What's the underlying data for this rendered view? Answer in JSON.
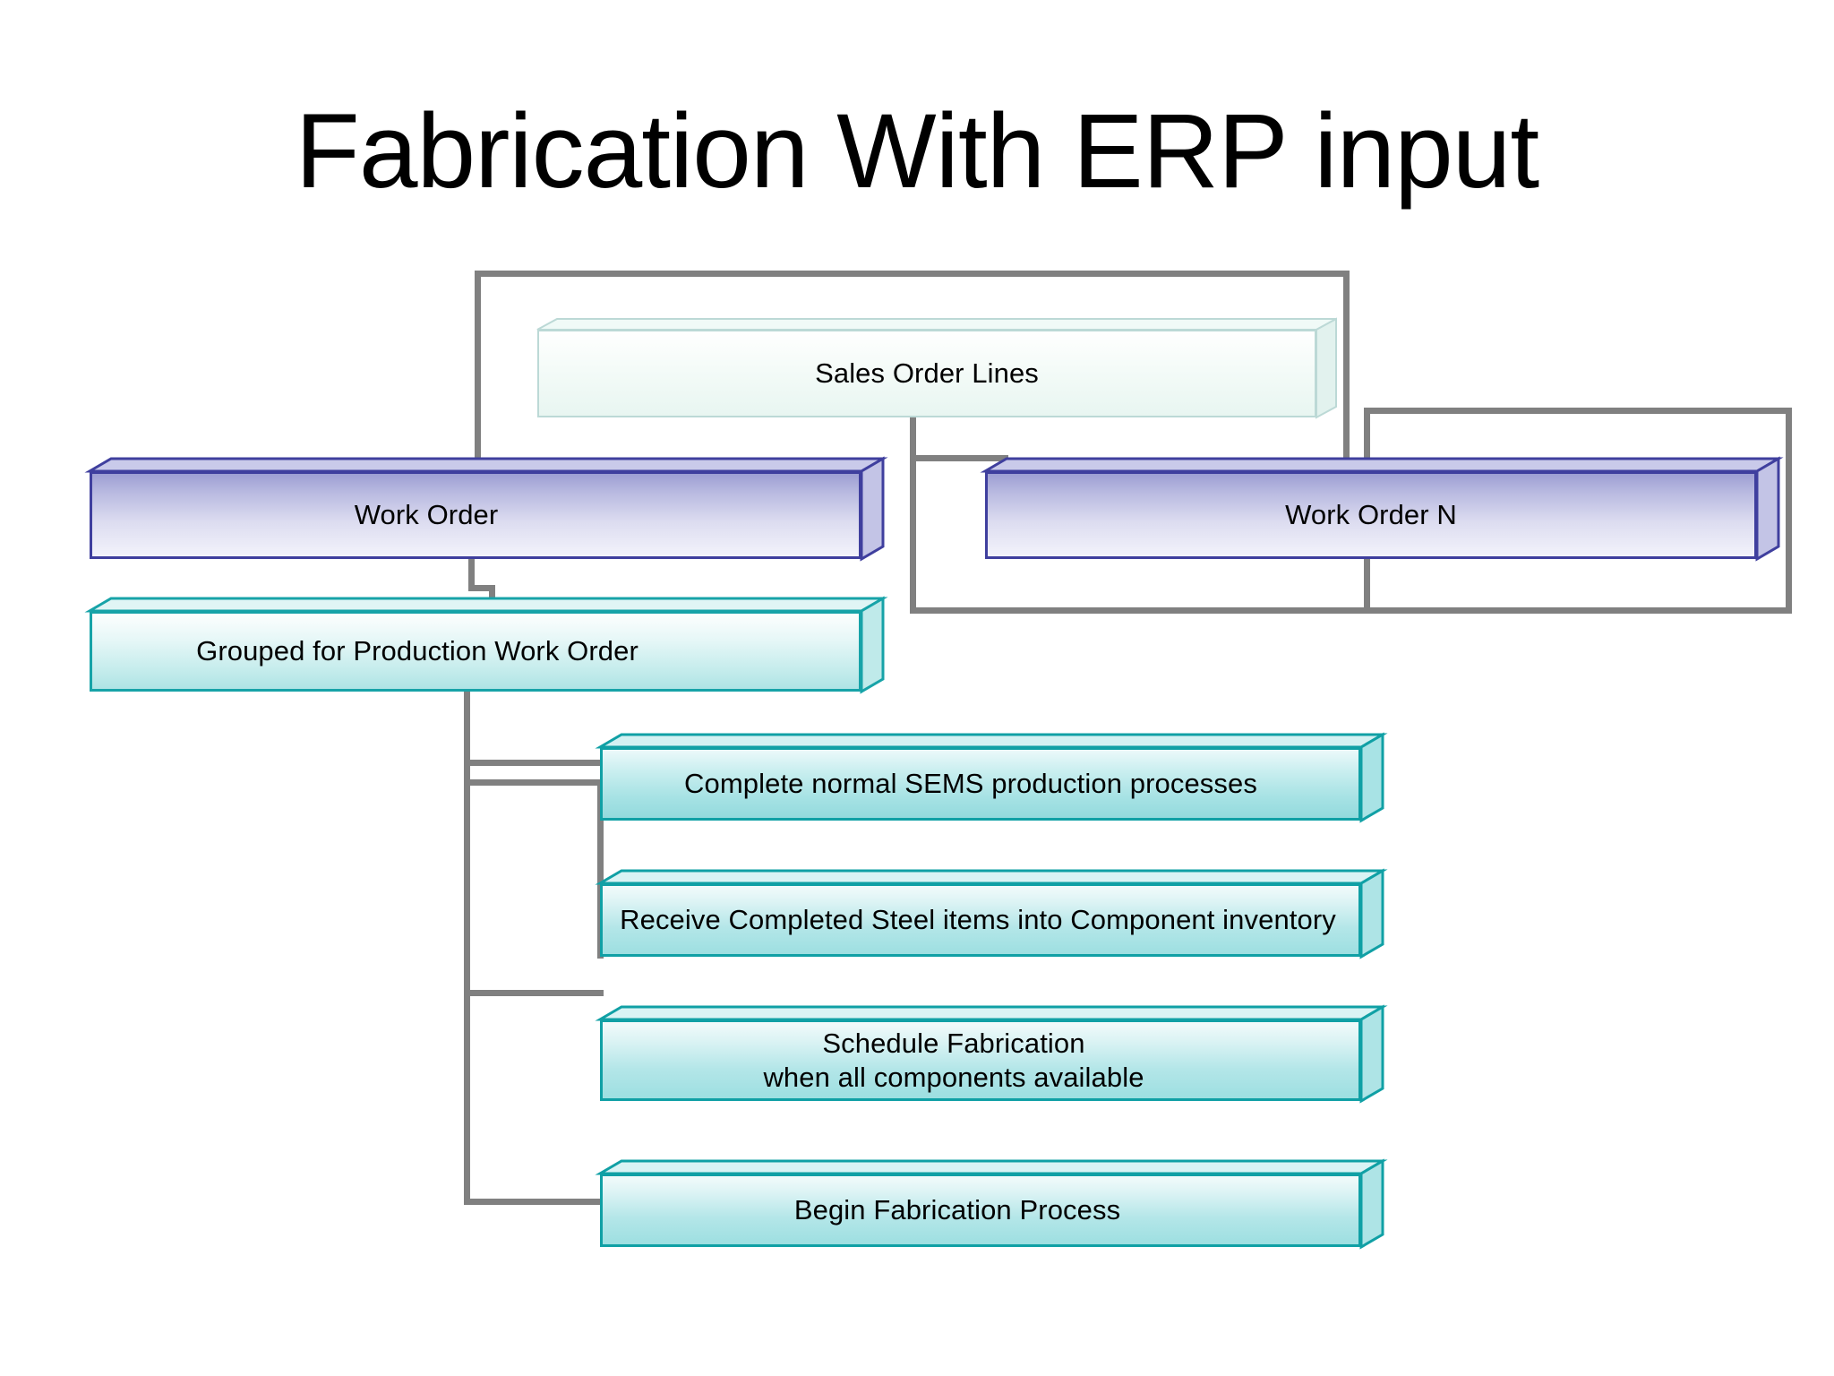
{
  "slide": {
    "title": "Fabrication With ERP input",
    "background_color": "#ffffff"
  },
  "palette": {
    "connector_gray": "#808080",
    "mint_border": "#bcd9d6",
    "purple_border": "#3f3f9e",
    "purple_fill_top": "#9d9ed3",
    "teal_border": "#10a0a5",
    "teal_fill_bottom": "#9ddfe1",
    "text_color": "#000000"
  },
  "nodes": {
    "sales_order_lines": {
      "label": "Sales Order Lines",
      "style": "mint"
    },
    "work_order": {
      "label": "Work Order",
      "style": "purple"
    },
    "work_order_n": {
      "label": "Work Order N",
      "style": "purple"
    },
    "grouped_for_production": {
      "label": "Grouped for Production Work Order",
      "style": "teal-light"
    },
    "complete_sems": {
      "label": "Complete normal SEMS production processes",
      "style": "teal-strong"
    },
    "receive_steel": {
      "label": "Receive Completed Steel items into Component inventory",
      "style": "teal"
    },
    "schedule_fabrication": {
      "label": "Schedule Fabrication\nwhen all components available",
      "style": "teal"
    },
    "begin_fabrication": {
      "label": "Begin Fabrication Process",
      "style": "teal"
    }
  },
  "flow": {
    "order": [
      "sales_order_lines",
      "work_order",
      "work_order_n",
      "grouped_for_production",
      "complete_sems",
      "receive_steel",
      "schedule_fabrication",
      "begin_fabrication"
    ],
    "connections": [
      {
        "from": "sales_order_lines",
        "to": "work_order",
        "type": "bracket-left"
      },
      {
        "from": "sales_order_lines",
        "to": "work_order_n",
        "type": "elbow-right"
      },
      {
        "from": "sales_order_lines",
        "to": "work_order_n",
        "type": "bracket-top-right"
      },
      {
        "from": "work_order_n",
        "to": "work_order",
        "type": "loop-right-return"
      },
      {
        "from": "work_order",
        "to": "grouped_for_production",
        "type": "jog"
      },
      {
        "from": "grouped_for_production",
        "to": "complete_sems",
        "type": "spine-branch"
      },
      {
        "from": "grouped_for_production",
        "to": "receive_steel",
        "type": "spine-branch"
      },
      {
        "from": "grouped_for_production",
        "to": "schedule_fabrication",
        "type": "spine-branch"
      },
      {
        "from": "grouped_for_production",
        "to": "begin_fabrication",
        "type": "spine-branch"
      }
    ]
  }
}
